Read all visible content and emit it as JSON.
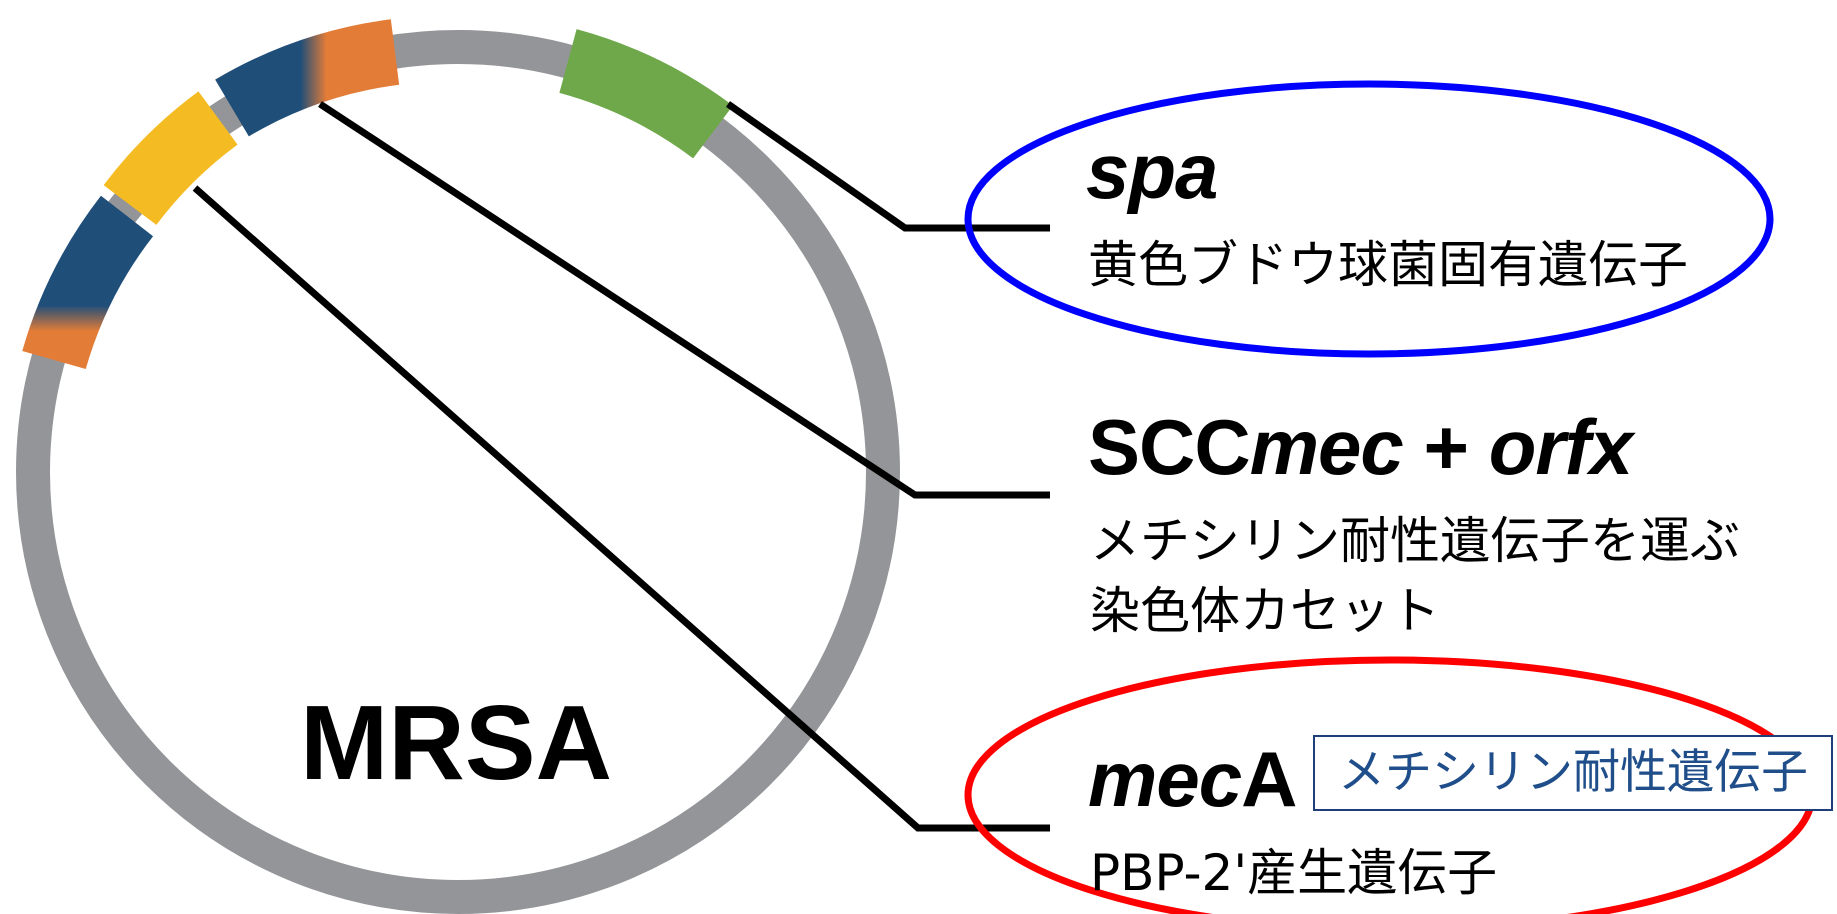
{
  "organism": "MRSA",
  "colors": {
    "ring": "#939598",
    "navy": "#1f4e79",
    "orange": "#e37c37",
    "yellow": "#f4bb22",
    "green": "#6fa84a",
    "highlight_blue": "#0000ff",
    "highlight_red": "#ff0000",
    "callout_text": "#1f4e8a"
  },
  "genes": [
    {
      "id": "spa",
      "name_italic": "spa",
      "description": "黄色ブドウ球菌固有遺伝子",
      "highlight": "blue",
      "segment_color": "green"
    },
    {
      "id": "sccmec",
      "name_prefix": "SCC",
      "name_italic": "mec",
      "name_joiner": " + ",
      "name_italic2": "orfx",
      "description_lines": [
        "メチシリン耐性遺伝子を運ぶ",
        "染色体カセット"
      ],
      "segment_color": "navy-orange"
    },
    {
      "id": "meca",
      "name_italic": "mec",
      "name_suffix": "A",
      "description": "PBP-2'産生遺伝子",
      "callout": "メチシリン耐性遺伝子",
      "highlight": "red",
      "segment_color": "yellow"
    }
  ]
}
